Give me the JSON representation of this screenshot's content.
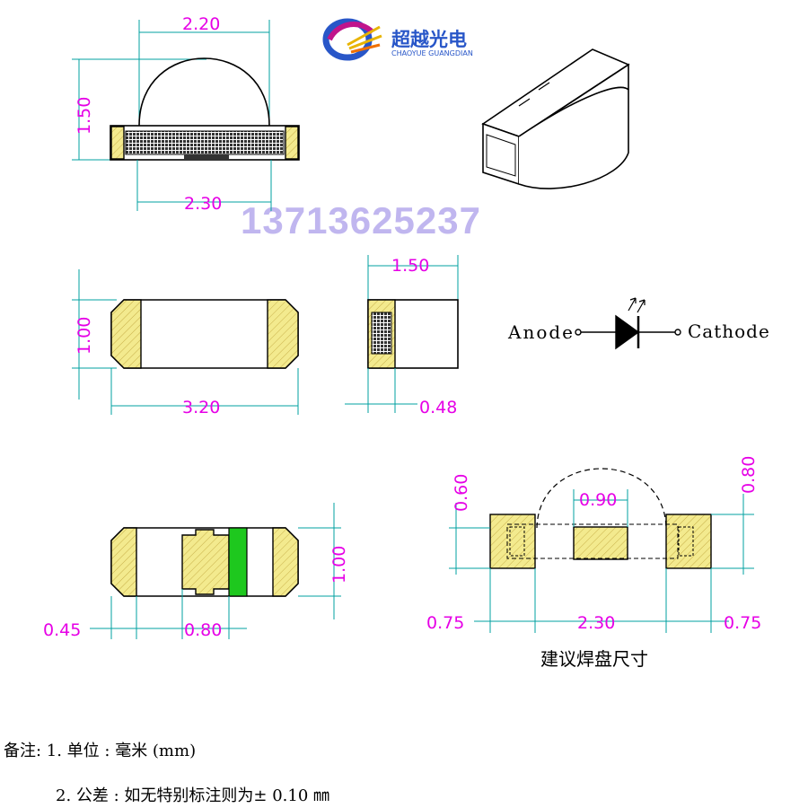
{
  "brand": {
    "name_cn": "超越光电",
    "name_en": "CHAOYUE GUANGDIAN",
    "phone": "13713625237",
    "colors": {
      "logo_primary": "#2856c8",
      "logo_accent": "#e8b400",
      "logo_magenta": "#c0148c"
    }
  },
  "side_view": {
    "width_top": "2.20",
    "height": "1.50",
    "width_bottom": "2.30"
  },
  "top_view": {
    "height": "1.00",
    "length": "3.20"
  },
  "end_view": {
    "width": "1.50",
    "pad": "0.48"
  },
  "symbol": {
    "anode": "Anode",
    "cathode": "Cathode",
    "icon": "led-diode-icon"
  },
  "bottom_view": {
    "height": "1.00",
    "left_pad": "0.45",
    "center_pad": "0.80",
    "polarity_color": "#1ec81e"
  },
  "pad_layout": {
    "left_height": "0.60",
    "right_height": "0.80",
    "center_width": "0.90",
    "outer_left": "0.75",
    "span": "2.30",
    "outer_right": "0.75",
    "caption": "建议焊盘尺寸"
  },
  "notes": {
    "line1": "备注: 1. 单位 : 毫米 (mm)",
    "line2": "2. 公差 : 如无特别标注则为± 0.10 ㎜"
  },
  "colors": {
    "dimension_text": "#e600e6",
    "dimension_line": "#00a0a0",
    "pad_fill": "#f3ea8e"
  }
}
